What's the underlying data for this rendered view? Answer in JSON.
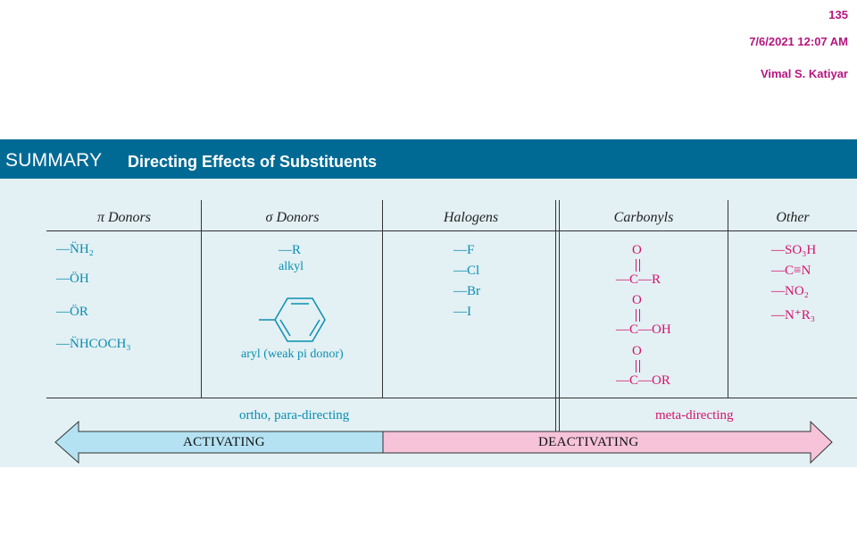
{
  "meta": {
    "page_number": "135",
    "datetime": "7/6/2021 12:07 AM",
    "author": "Vimal S. Katiyar"
  },
  "banner": {
    "label": "SUMMARY",
    "title": "Directing Effects of Substituents"
  },
  "columns": [
    {
      "header": "π Donors",
      "items": [
        "—N̈H₂",
        "—ÖH",
        "—ÖR",
        "—N̈HCOCH₃"
      ]
    },
    {
      "header": "σ Donors",
      "items": [
        "—R"
      ],
      "labels": [
        "alkyl",
        "aryl (weak pi donor)"
      ]
    },
    {
      "header": "Halogens",
      "items": [
        "—F",
        "—Cl",
        "—Br",
        "—I"
      ]
    },
    {
      "header": "Carbonyls",
      "items": [
        "—C—R",
        "—C—OH",
        "—C—OR"
      ],
      "oxygen": "O"
    },
    {
      "header": "Other",
      "items": [
        "—SO₃H",
        "—C≡N",
        "—NO₂",
        "—N⁺R₃"
      ]
    }
  ],
  "footer": {
    "ortho_para": "ortho, para-directing",
    "meta": "meta-directing",
    "activating": "ACTIVATING",
    "deactivating": "DEACTIVATING"
  },
  "colors": {
    "banner": "#006a94",
    "panel": "#e3f0f4",
    "activating": "#0a8fb0",
    "deactivating": "#d4146f",
    "meta_text": "#b5157e"
  }
}
